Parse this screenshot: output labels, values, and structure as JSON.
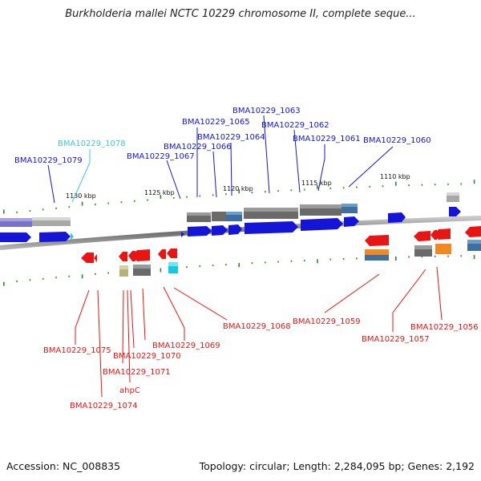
{
  "title": "Burkholderia mallei NCTC 10229 chromosome II, complete seque...",
  "footer": {
    "accession": "Accession: NC_008835",
    "topology": "Topology: circular; Length: 2,284,095 bp; Genes: 2,192"
  },
  "colors": {
    "forward": "#1515d8",
    "reverse": "#e81515",
    "highlight": "#3ec8d8",
    "backbone": "#808080"
  },
  "ruler_ticks": [
    "1130 kbp",
    "1125 kbp",
    "1120 kbp",
    "1115 kbp",
    "1110 kbp"
  ],
  "top_labels": [
    "BMA10229_1078",
    "BMA10229_1079",
    "BMA10229_1067",
    "BMA10229_1066",
    "BMA10229_1065",
    "BMA10229_1064",
    "BMA10229_1063",
    "BMA10229_1062",
    "BMA10229_1061",
    "BMA10229_1060"
  ],
  "bottom_labels": [
    "BMA10229_1075",
    "BMA10229_1074",
    "BMA10229_1071",
    "ahpC",
    "BMA10229_1070",
    "BMA10229_1069",
    "BMA10229_1068",
    "BMA10229_1059",
    "BMA10229_1057",
    "BMA10229_1056"
  ]
}
